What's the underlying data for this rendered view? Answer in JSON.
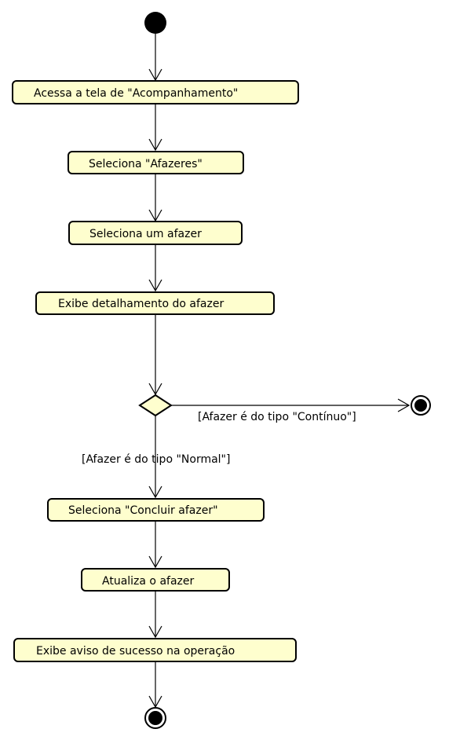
{
  "diagram": {
    "type": "uml-activity",
    "activities": [
      {
        "id": "a1",
        "label": "Acessa a tela de \"Acompanhamento\""
      },
      {
        "id": "a2",
        "label": "Seleciona \"Afazeres\""
      },
      {
        "id": "a3",
        "label": "Seleciona um afazer"
      },
      {
        "id": "a4",
        "label": "Exibe detalhamento do afazer"
      },
      {
        "id": "a5",
        "label": "Seleciona \"Concluir afazer\""
      },
      {
        "id": "a6",
        "label": "Atualiza o afazer"
      },
      {
        "id": "a7",
        "label": "Exibe aviso de sucesso na operação"
      }
    ],
    "decision": {
      "branch_right_guard": "[Afazer é do tipo \"Contínuo\"]",
      "branch_down_guard": "[Afazer é do tipo \"Normal\"]"
    },
    "colors": {
      "activity_fill": "#fefece",
      "stroke": "#000000",
      "background": "#ffffff"
    }
  }
}
